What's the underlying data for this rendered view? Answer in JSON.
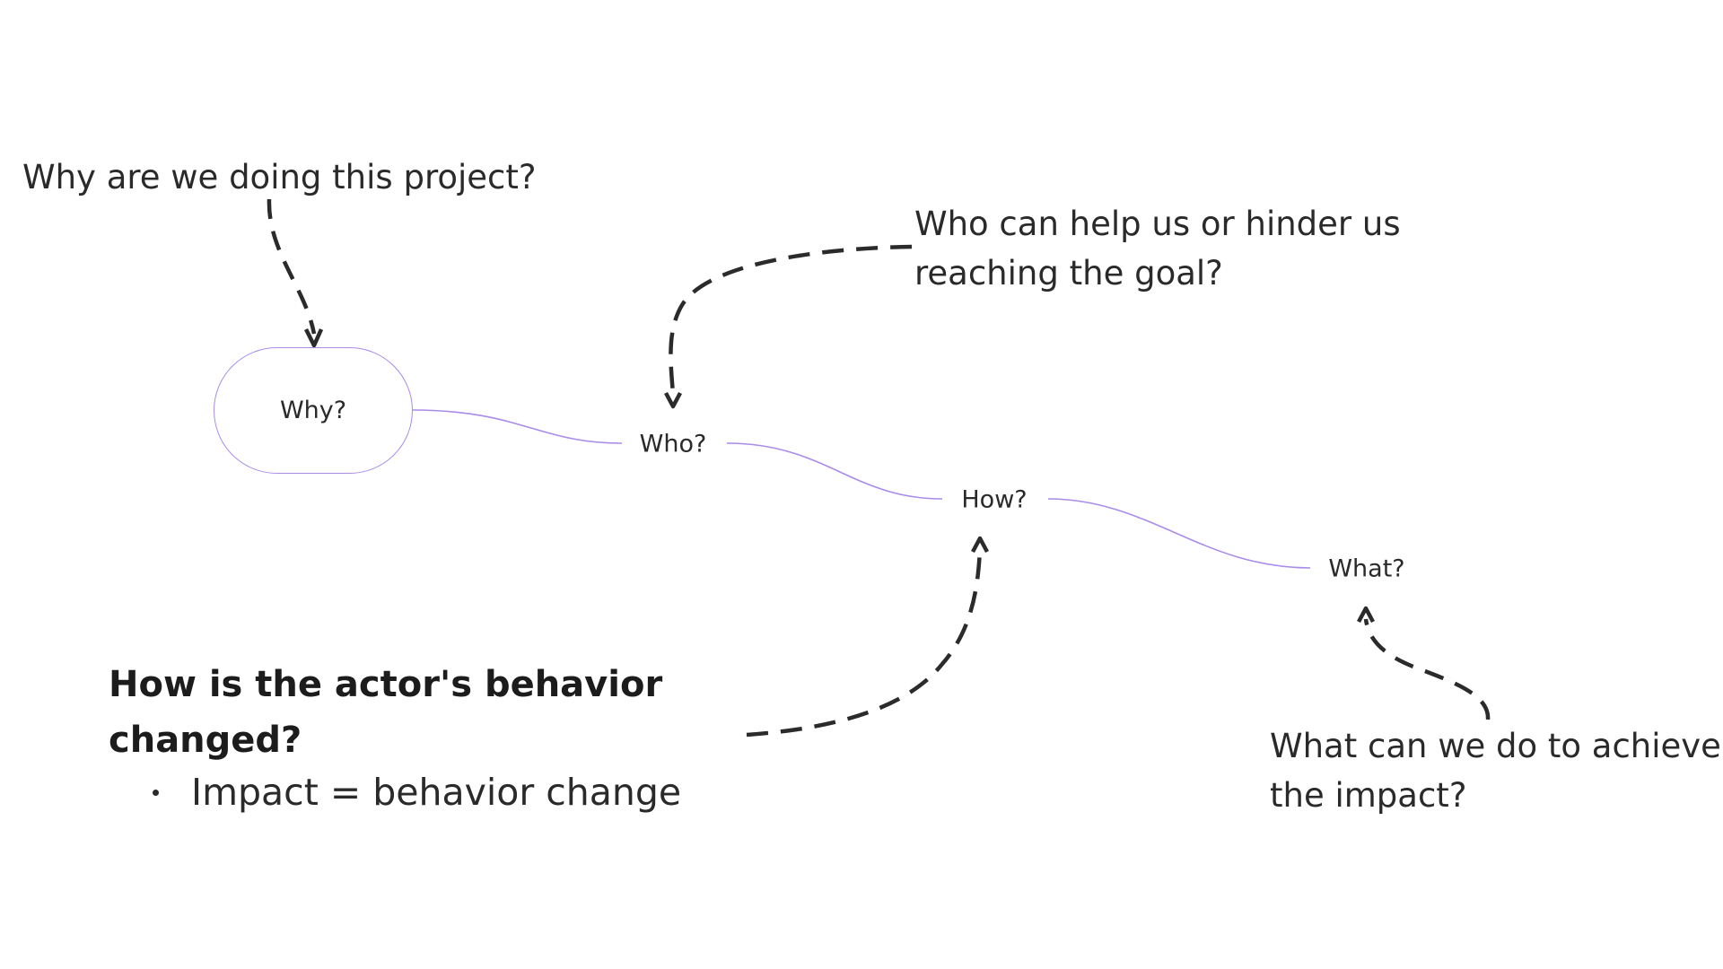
{
  "notes": {
    "why_question": "Why are we doing this project?",
    "who_question_line1": "Who can help us or hinder us",
    "who_question_line2": "reaching the goal?",
    "what_question_line1": "What can we do to achieve",
    "what_question_line2": "the impact?"
  },
  "nodes": {
    "why": "Why?",
    "who": "Who?",
    "how": "How?",
    "what": "What?"
  },
  "how_note": {
    "heading_line1": "How is the actor's behavior",
    "heading_line2": "changed?",
    "bullets": [
      "Impact = behavior change"
    ]
  },
  "colors": {
    "connector": "#a98bea",
    "arrow": "#2b2b2b",
    "text": "#2a2a2a"
  }
}
